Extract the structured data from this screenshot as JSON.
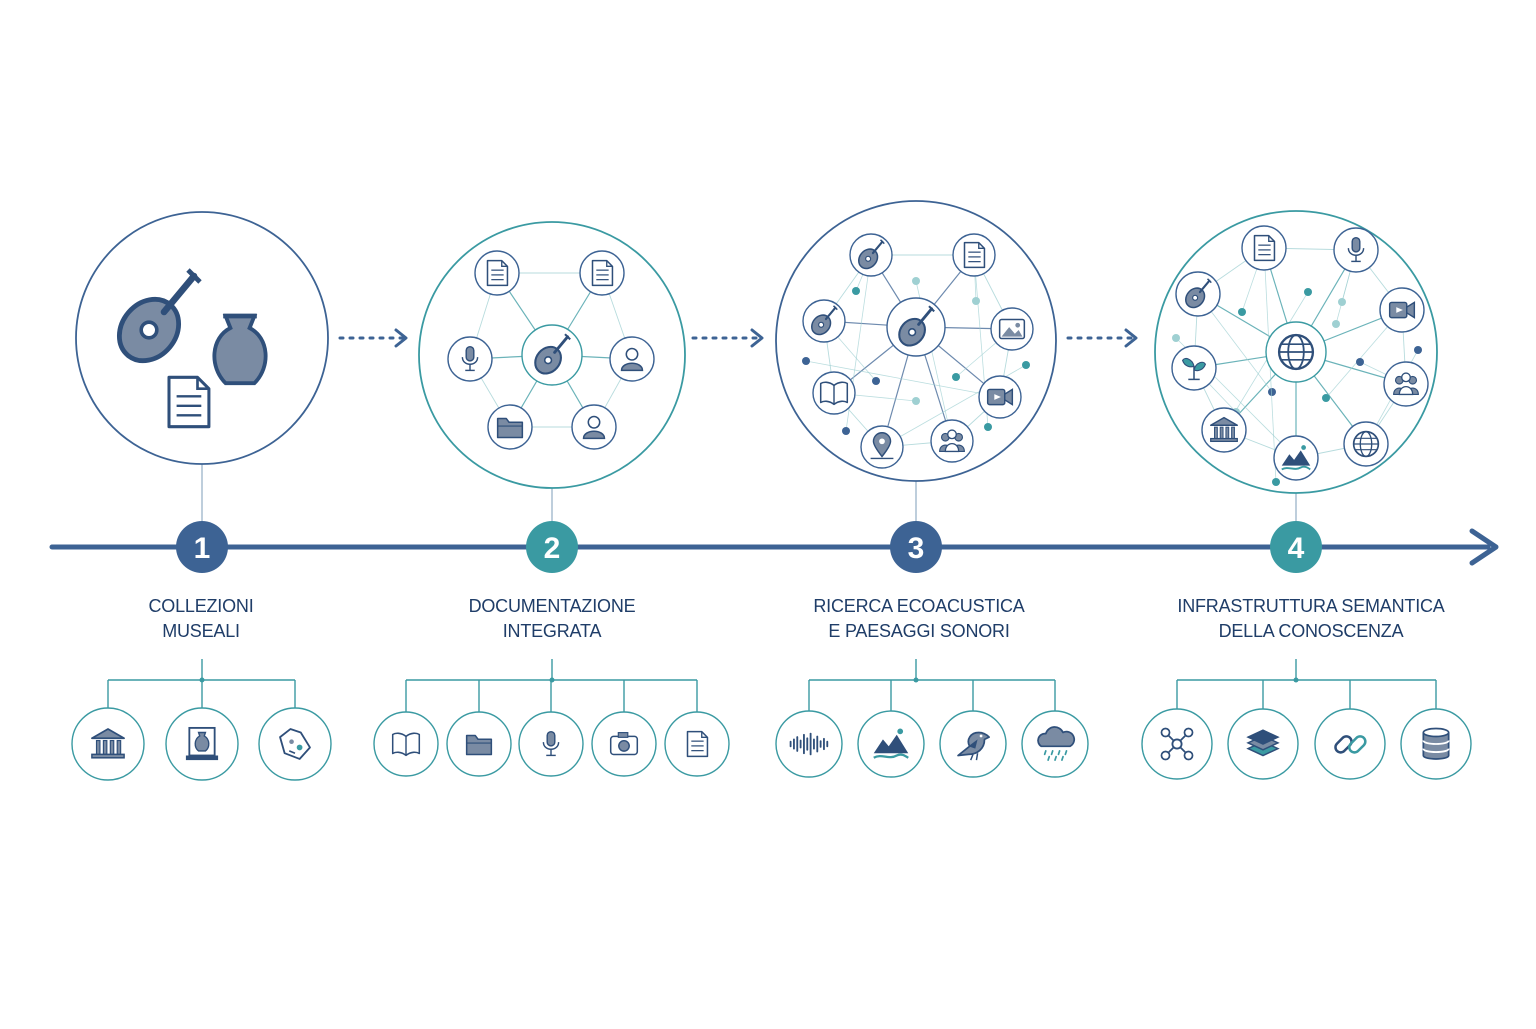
{
  "colors": {
    "navy": "#3d6394",
    "navy_dark": "#1f3d68",
    "teal": "#3a9aa2",
    "teal_light": "#9fd0d2",
    "icon_fill": "#7a8ba3",
    "icon_stroke": "#2f4f7a",
    "background": "#ffffff"
  },
  "timeline": {
    "direction": "left-to-right"
  },
  "stages": [
    {
      "number": "1",
      "title_lines": [
        "COLLEZIONI",
        "MUSEALI"
      ],
      "accent": "navy",
      "illustration": "collection",
      "illustration_icons": [
        "lute-icon",
        "vase-icon",
        "document-icon"
      ],
      "sub_icons": [
        "museum-icon",
        "vase-display-icon",
        "archaeological-find-icon"
      ]
    },
    {
      "number": "2",
      "title_lines": [
        "DOCUMENTAZIONE",
        "INTEGRATA"
      ],
      "accent": "teal",
      "illustration": "network-small",
      "illustration_icons": [
        "lute-icon",
        "document-icon",
        "document-icon",
        "microphone-icon",
        "user-icon",
        "folder-icon",
        "user-icon"
      ],
      "sub_icons": [
        "book-icon",
        "folder-icon",
        "microphone-icon",
        "camera-icon",
        "document-icon"
      ]
    },
    {
      "number": "3",
      "title_lines": [
        "RICERCA ECOACUSTICA",
        "E PAESAGGI SONORI"
      ],
      "accent": "navy",
      "illustration": "network-medium",
      "illustration_icons": [
        "lute-icon",
        "lute-icon",
        "document-icon",
        "lute-icon",
        "image-icon",
        "book-icon",
        "video-camera-icon",
        "map-pin-icon",
        "people-icon"
      ],
      "sub_icons": [
        "sound-wave-icon",
        "landscape-icon",
        "bird-icon",
        "rain-cloud-icon"
      ]
    },
    {
      "number": "4",
      "title_lines": [
        "INFRASTRUTTURA SEMANTICA",
        "DELLA CONOSCENZA"
      ],
      "accent": "teal",
      "illustration": "network-large",
      "illustration_icons": [
        "globe-icon",
        "document-icon",
        "microphone-icon",
        "lute-icon",
        "video-camera-icon",
        "plant-icon",
        "people-icon",
        "museum-icon",
        "landscape-icon",
        "globe-icon"
      ],
      "sub_icons": [
        "network-nodes-icon",
        "layers-icon",
        "link-icon",
        "database-icon"
      ]
    }
  ]
}
